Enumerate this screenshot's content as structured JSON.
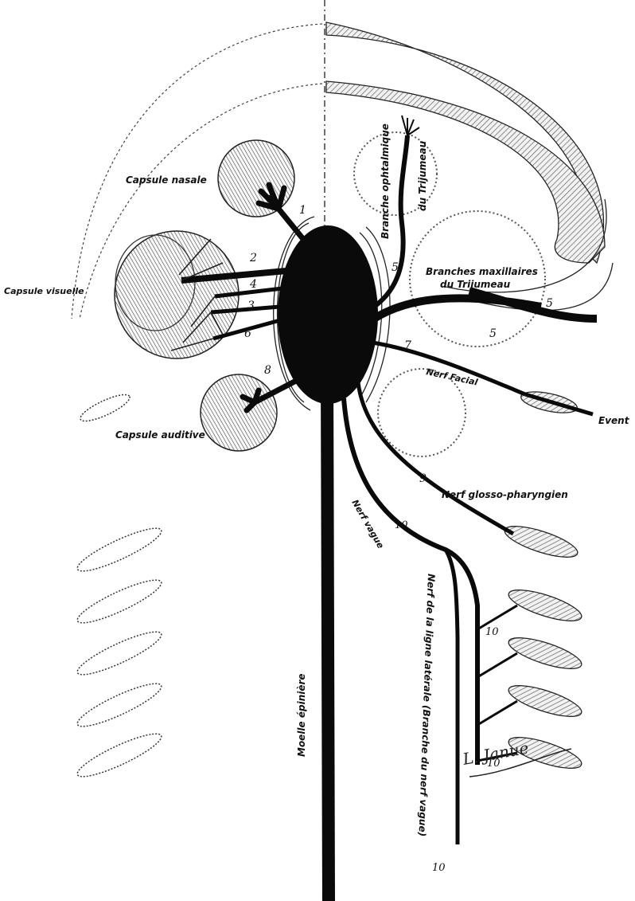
{
  "labels": {
    "capsule_nasale": "Capsule nasale",
    "capsule_visuelle": "Capsule visuelle",
    "capsule_auditive": "Capsule auditive",
    "branche_ophtalmique": "Branche ophtalmique",
    "du_trijumeau": "du Trijumeau",
    "branches_maxillaires": "Branches maxillaires",
    "du_trijumeau_2": "du Trijumeau",
    "nerf_facial": "Nerf Facial",
    "event": "Event",
    "nerf_glosso": "Nerf glosso-pharyngien",
    "nerf_vague": "Nerf vague",
    "nerf_ligne_laterale": "Nerf de la ligne latérale (Branche du nerf vague)",
    "moelle_epiniere": "Moelle épinière"
  },
  "numbers": {
    "n1": "1",
    "n2": "2",
    "n3": "3",
    "n4": "4",
    "n5a": "5",
    "n5b": "5",
    "n5c": "5",
    "n6": "6",
    "n7": "7",
    "n8": "8",
    "n9": "9",
    "n10a": "10",
    "n10b": "10",
    "n10c": "10",
    "n10d": "10"
  },
  "signature": "L. Janue",
  "colors": {
    "ink": "#111111",
    "paper": "#ffffff",
    "capsule_fill": "#e6e6e6"
  }
}
